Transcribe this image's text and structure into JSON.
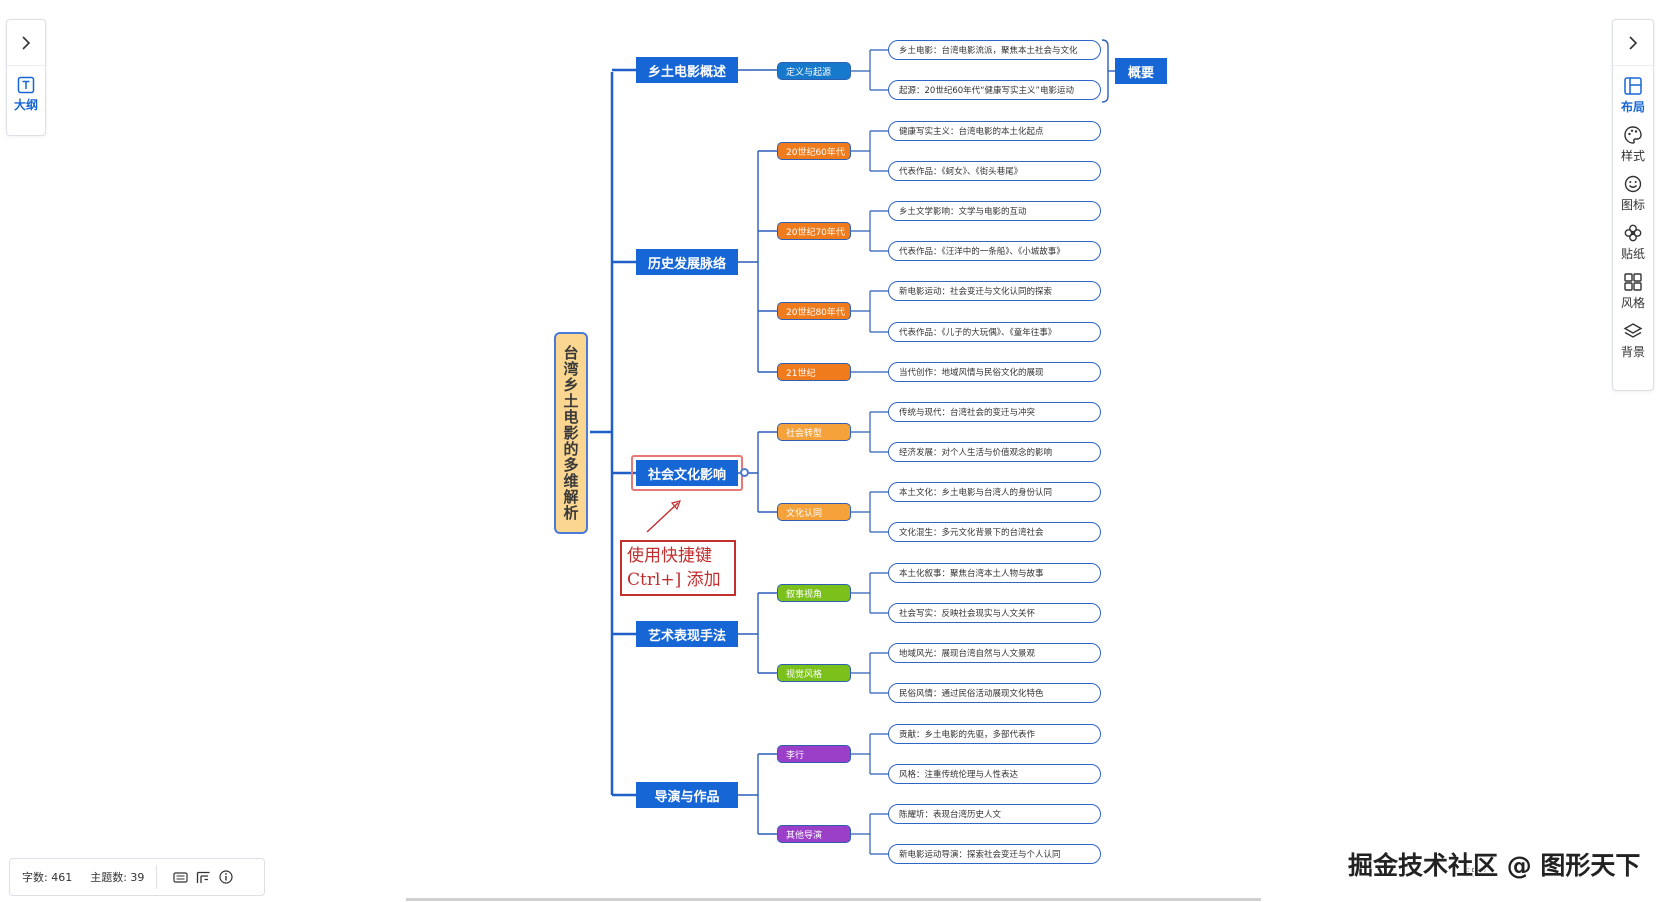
{
  "left_panel": {
    "outline_label": "大纲"
  },
  "right_panel": {
    "tools": [
      {
        "label": "布局",
        "icon": "layout-icon"
      },
      {
        "label": "样式",
        "icon": "palette-icon"
      },
      {
        "label": "图标",
        "icon": "emoji-icon"
      },
      {
        "label": "贴纸",
        "icon": "sticker-icon"
      },
      {
        "label": "风格",
        "icon": "theme-grid-icon"
      },
      {
        "label": "背景",
        "icon": "layers-icon"
      }
    ]
  },
  "mindmap": {
    "root": "台湾乡土电影的多维解析",
    "summary": "概要",
    "branches": [
      {
        "label": "乡土电影概述",
        "subs": [
          {
            "label": "定义与起源",
            "color": "#1679cc",
            "leaves": [
              "乡土电影：台湾电影流派，聚焦本土社会与文化",
              "起源：20世纪60年代“健康写实主义”电影运动"
            ]
          }
        ]
      },
      {
        "label": "历史发展脉络",
        "subs": [
          {
            "label": "20世纪60年代",
            "color": "#f07b1c",
            "leaves": [
              "健康写实主义：台湾电影的本土化起点",
              "代表作品：《蚵女》、《街头巷尾》"
            ]
          },
          {
            "label": "20世纪70年代",
            "color": "#f07b1c",
            "leaves": [
              "乡土文学影响：文学与电影的互动",
              "代表作品：《汪洋中的一条船》、《小城故事》"
            ]
          },
          {
            "label": "20世纪80年代",
            "color": "#f07b1c",
            "leaves": [
              "新电影运动：社会变迁与文化认同的探索",
              "代表作品：《儿子的大玩偶》、《童年往事》"
            ]
          },
          {
            "label": "21世纪",
            "color": "#f07b1c",
            "leaves": [
              "当代创作：地域风情与民俗文化的展现"
            ]
          }
        ]
      },
      {
        "label": "社会文化影响",
        "subs": [
          {
            "label": "社会转型",
            "color": "#f5a23a",
            "leaves": [
              "传统与现代：台湾社会的变迁与冲突",
              "经济发展：对个人生活与价值观念的影响"
            ]
          },
          {
            "label": "文化认同",
            "color": "#f5a23a",
            "leaves": [
              "本土文化：乡土电影与台湾人的身份认同",
              "文化混生：多元文化背景下的台湾社会"
            ]
          }
        ]
      },
      {
        "label": "艺术表现手法",
        "subs": [
          {
            "label": "叙事视角",
            "color": "#7cc11b",
            "leaves": [
              "本土化叙事：聚焦台湾本土人物与故事",
              "社会写实：反映社会现实与人文关怀"
            ]
          },
          {
            "label": "视觉风格",
            "color": "#7cc11b",
            "leaves": [
              "地域风光：展现台湾自然与人文景观",
              "民俗风情：通过民俗活动展现文化特色"
            ]
          }
        ]
      },
      {
        "label": "导演与作品",
        "subs": [
          {
            "label": "李行",
            "color": "#9b3fc9",
            "leaves": [
              "贡献：乡土电影的先驱，多部代表作",
              "风格：注重传统伦理与人性表达"
            ]
          },
          {
            "label": "其他导演",
            "color": "#9b3fc9",
            "leaves": [
              "陈耀圻：表现台湾历史人文",
              "新电影运动导演：探索社会变迁与个人认同"
            ]
          }
        ]
      }
    ]
  },
  "callout": {
    "line1": "使用快捷键",
    "line2": "Ctrl+] 添加"
  },
  "status": {
    "word_count": "字数: 461",
    "topic_count": "主题数: 39"
  },
  "zoom": "65%",
  "watermark": "掘金技术社区 @ 图形天下"
}
